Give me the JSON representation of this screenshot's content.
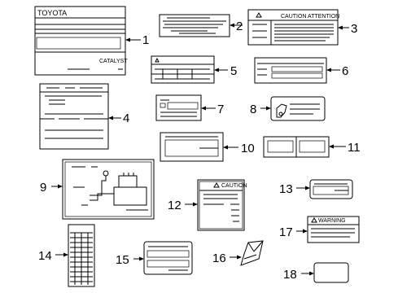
{
  "parts": [
    {
      "id": "1",
      "label": "1"
    },
    {
      "id": "2",
      "label": "2"
    },
    {
      "id": "3",
      "label": "3"
    },
    {
      "id": "4",
      "label": "4"
    },
    {
      "id": "5",
      "label": "5"
    },
    {
      "id": "6",
      "label": "6"
    },
    {
      "id": "7",
      "label": "7"
    },
    {
      "id": "8",
      "label": "8"
    },
    {
      "id": "9",
      "label": "9"
    },
    {
      "id": "10",
      "label": "10"
    },
    {
      "id": "11",
      "label": "11"
    },
    {
      "id": "12",
      "label": "12"
    },
    {
      "id": "13",
      "label": "13"
    },
    {
      "id": "14",
      "label": "14"
    },
    {
      "id": "15",
      "label": "15"
    },
    {
      "id": "16",
      "label": "16"
    },
    {
      "id": "17",
      "label": "17"
    },
    {
      "id": "18",
      "label": "18"
    }
  ],
  "label_text": {
    "toyota": "TOYOTA",
    "catalyst": "CATALYST",
    "caution_attention": "CAUTION  ATTENTION",
    "caution": "CAUTION",
    "warning": "WARNING"
  }
}
